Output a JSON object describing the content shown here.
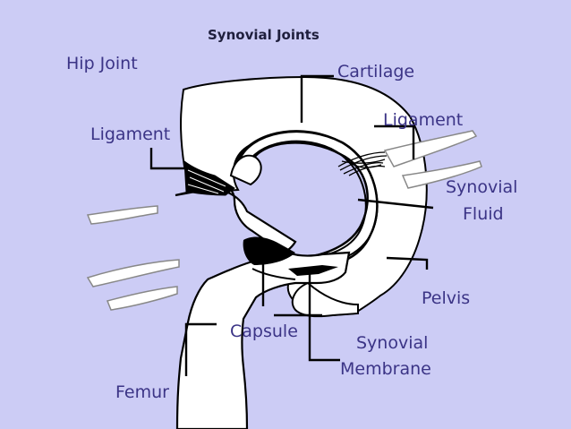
{
  "title": "Synovial Joints",
  "subtitle": "Hip Joint",
  "labels": {
    "cartilage": "Cartilage",
    "ligament_right": "Ligament",
    "ligament_left": "Ligament",
    "synovial_fluid_line1": "Synovial",
    "synovial_fluid_line2": "Fluid",
    "pelvis": "Pelvis",
    "capsule": "Capsule",
    "synovial_membrane_line1": "Synovial",
    "synovial_membrane_line2": "Membrane",
    "femur": "Femur"
  },
  "colors": {
    "background": "#ccccf5",
    "bone": "#ffffff",
    "outline": "#000000",
    "label_text": "#3b3486",
    "title_text": "#1f1f3d"
  }
}
